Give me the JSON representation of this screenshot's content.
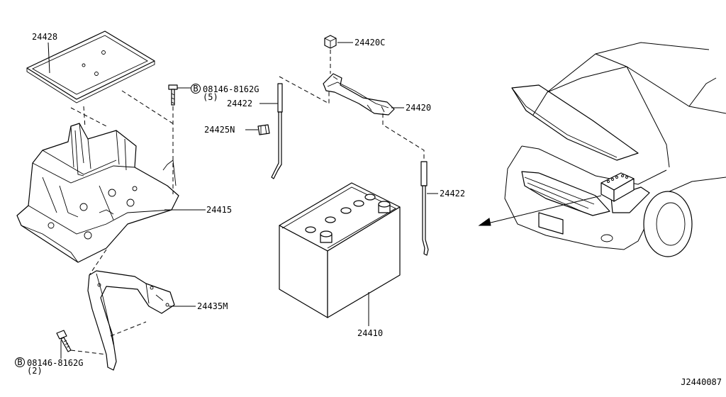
{
  "diagram_id": "J2440087",
  "labels": {
    "tray_cover": "24428",
    "bolt_top": "08146-8162G",
    "bolt_top_qty": "(5)",
    "bolt_top_mark": "B",
    "clip_rod": "24422",
    "clip": "24425N",
    "tray": "24415",
    "bracket": "24435M",
    "bolt_bottom": "08146-8162G",
    "bolt_bottom_qty": "(2)",
    "bolt_bottom_mark": "B",
    "nut": "24420C",
    "frame": "24420",
    "rod_right": "24422",
    "battery": "24410"
  }
}
